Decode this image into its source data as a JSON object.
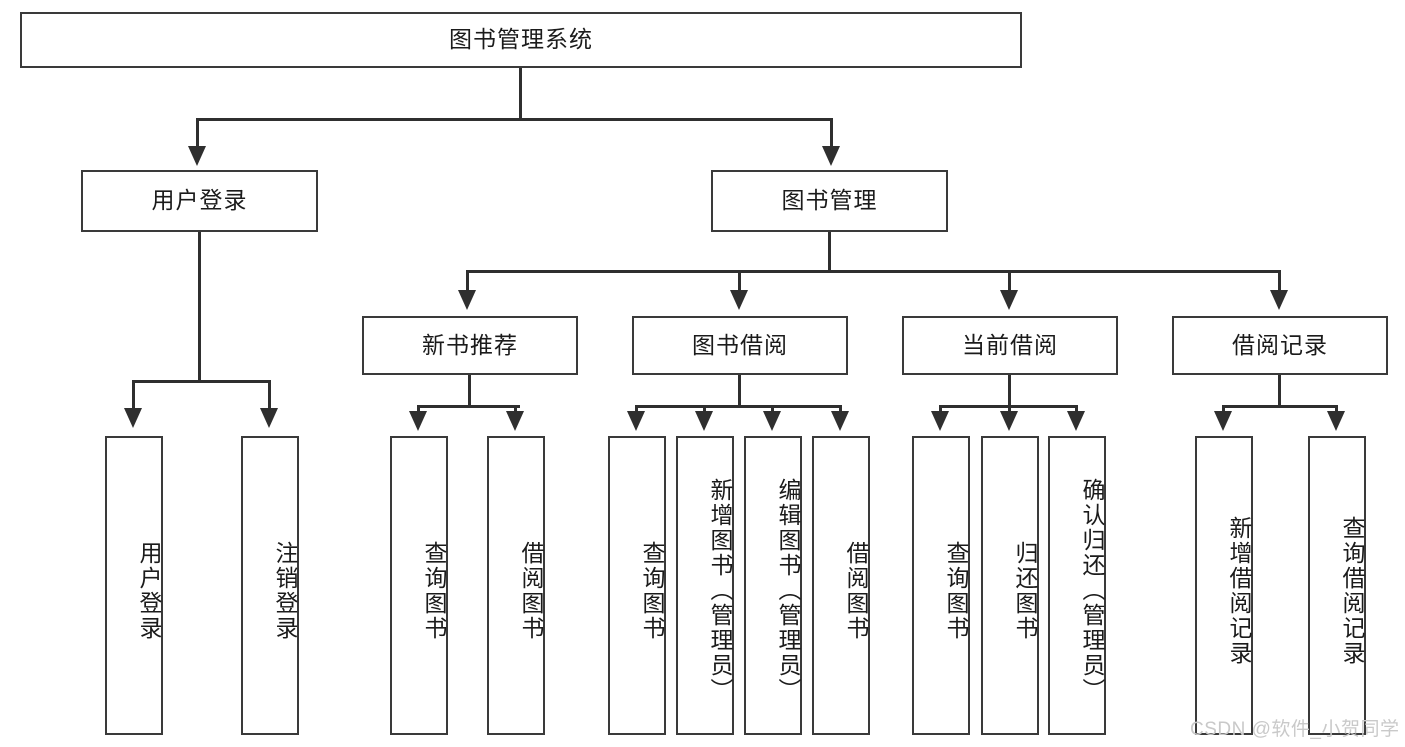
{
  "diagram": {
    "type": "hierarchy-tree",
    "title": "图书管理系统",
    "root": {
      "label": "图书管理系统"
    },
    "level2": [
      {
        "label": "用户登录"
      },
      {
        "label": "图书管理"
      }
    ],
    "level3": [
      {
        "label": "新书推荐"
      },
      {
        "label": "图书借阅"
      },
      {
        "label": "当前借阅"
      },
      {
        "label": "借阅记录"
      }
    ],
    "leaves": {
      "user_login": [
        {
          "label": "用户登录"
        },
        {
          "label": "注销登录"
        }
      ],
      "new_book_recommend": [
        {
          "label": "查询图书"
        },
        {
          "label": "借阅图书"
        }
      ],
      "book_borrow": [
        {
          "label": "查询图书"
        },
        {
          "label": "新增图书（管理员）"
        },
        {
          "label": "编辑图书（管理员）"
        },
        {
          "label": "借阅图书"
        }
      ],
      "current_borrow": [
        {
          "label": "查询图书"
        },
        {
          "label": "归还图书"
        },
        {
          "label": "确认归还（管理员）"
        }
      ],
      "borrow_record": [
        {
          "label": "新增借阅记录"
        },
        {
          "label": "查询借阅记录"
        }
      ]
    }
  },
  "watermark": {
    "text": "CSDN @软件_小贺同学"
  },
  "colors": {
    "border": "#3a3a3a",
    "line": "#2f2f2f",
    "text": "#1b1b1b",
    "background": "#ffffff",
    "watermark": "#c9c9c9"
  }
}
